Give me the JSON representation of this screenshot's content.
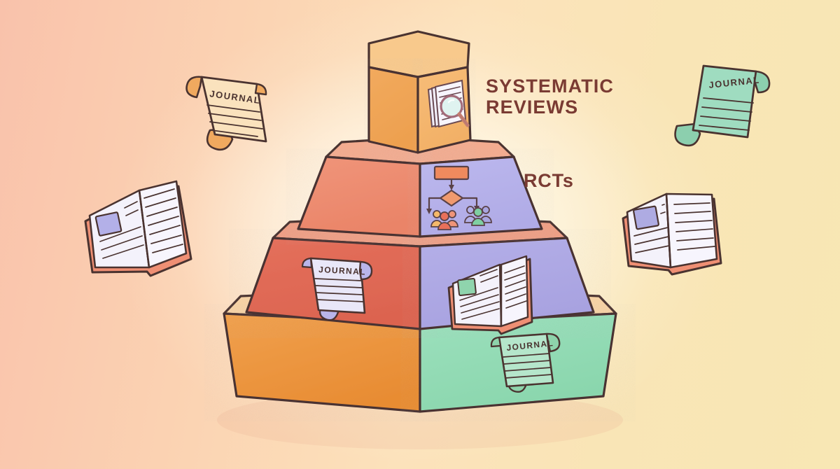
{
  "illustration": {
    "title": "Evidence-based medicine hierarchy pyramid",
    "background": {
      "gradient_from": "#f9c2ab",
      "gradient_to": "#f8e7b4",
      "glow_color": "#fffdf5"
    },
    "outline_color": "#4a3330"
  },
  "labels": {
    "systematic_reviews": "SYSTEMATIC\nREVIEWS",
    "rcts": "RCTs",
    "text_color": "#7a3b33"
  },
  "pyramid": {
    "tiers": [
      {
        "rank": 1,
        "name": "systematic-reviews",
        "label": "SYSTEMATIC REVIEWS",
        "left_face_color": "#f0a555",
        "right_face_color": "#f5b76d",
        "top_face_color": "#f8c98c",
        "icon": "documents-magnifier-icon"
      },
      {
        "rank": 2,
        "name": "rcts",
        "label": "RCTs",
        "left_face_color": "#ee8f72",
        "right_face_color": "#b3b0e8",
        "top_face_color": "#f3ab8f",
        "icon": "randomization-flowchart-icon"
      },
      {
        "rank": 3,
        "name": "cohort-studies",
        "label": "",
        "left_face_color": "#e06a56",
        "right_face_color": "#ada8e3",
        "top_face_color": "#ef9e84",
        "icon": "journal-scroll-icon"
      },
      {
        "rank": 4,
        "name": "base-studies",
        "label": "",
        "left_face_color": "#ed9440",
        "right_face_color": "#92dbb4",
        "top_face_color": "#f7d2a4",
        "icon": "journal-scroll-icon"
      }
    ]
  },
  "icons": {
    "scroll_label": "JOURNAL",
    "flowchart": {
      "box_color": "#ef8a5e",
      "diamond_color": "#f09a6e",
      "group_left_colors": [
        "#f5b96a",
        "#e8705a",
        "#ef9478"
      ],
      "group_right_colors": [
        "#b3b0e8",
        "#7fcfa2",
        "#a9a5e0"
      ]
    },
    "magnifier": {
      "lens_color": "#dff3f0",
      "rim_color": "#a36b7a",
      "handle_color": "#c78070"
    }
  },
  "floating_items": [
    {
      "name": "journal-scroll-top-left",
      "type": "scroll",
      "label": "JOURNAL",
      "paper_color": "#fae2bd",
      "curl_color": "#f0a95f"
    },
    {
      "name": "journal-scroll-top-right",
      "type": "scroll",
      "label": "JOURNAL",
      "paper_color": "#9fdcc0",
      "curl_color": "#8ccfae"
    },
    {
      "name": "open-book-left",
      "type": "book",
      "label": "",
      "cover_color": "#ef8f74",
      "page_color": "#f4f2fb",
      "image_block_color": "#b3b0e8"
    },
    {
      "name": "open-book-right",
      "type": "book",
      "label": "",
      "cover_color": "#ef8f74",
      "page_color": "#f4f2fb",
      "image_block_color": "#aeabe2"
    }
  ]
}
